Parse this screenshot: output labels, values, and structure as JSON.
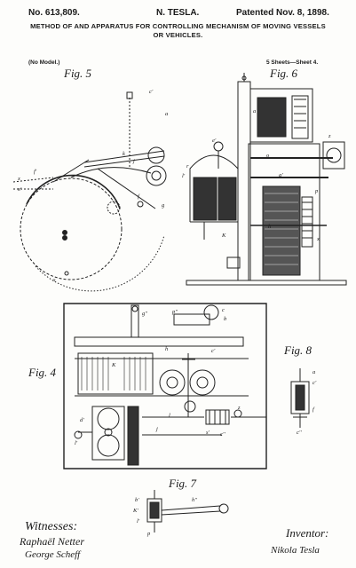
{
  "header": {
    "patent_no": "No. 613,809.",
    "inventor_name": "N. TESLA.",
    "patent_date": "Patented Nov. 8, 1898."
  },
  "title": {
    "line1": "METHOD OF AND APPARATUS FOR CONTROLLING MECHANISM OF MOVING VESSELS",
    "line2": "OR VEHICLES."
  },
  "meta": {
    "model": "(No Model.)",
    "sheets": "5 Sheets—Sheet 4."
  },
  "figures": {
    "fig5": "Fig. 5",
    "fig6": "Fig. 6",
    "fig4": "Fig. 4",
    "fig8": "Fig. 8",
    "fig7": "Fig. 7"
  },
  "labels": {
    "fig5": [
      "c'",
      "a",
      "f'",
      "x",
      "x'",
      "j",
      "f",
      "g",
      "k",
      "s"
    ],
    "fig6": [
      "a",
      "e'",
      "z",
      "o",
      "r",
      "l'",
      "p",
      "g'",
      "h",
      "K",
      "x"
    ],
    "fig4": [
      "g''",
      "p''",
      "c",
      "b",
      "K",
      "h",
      "c'",
      "z",
      "l",
      "j",
      "d'",
      "l'",
      "s'",
      "c''"
    ],
    "fig8": [
      "a",
      "c'",
      "f",
      "c''"
    ],
    "fig7": [
      "b'",
      "K'",
      "l'",
      "p",
      "h''"
    ]
  },
  "footer": {
    "witnesses_label": "Witnesses:",
    "witness1": "Raphaël Netter",
    "witness2": "George Scheff",
    "inventor_label": "Inventor:",
    "inventor_signature": "Nikola Tesla"
  }
}
